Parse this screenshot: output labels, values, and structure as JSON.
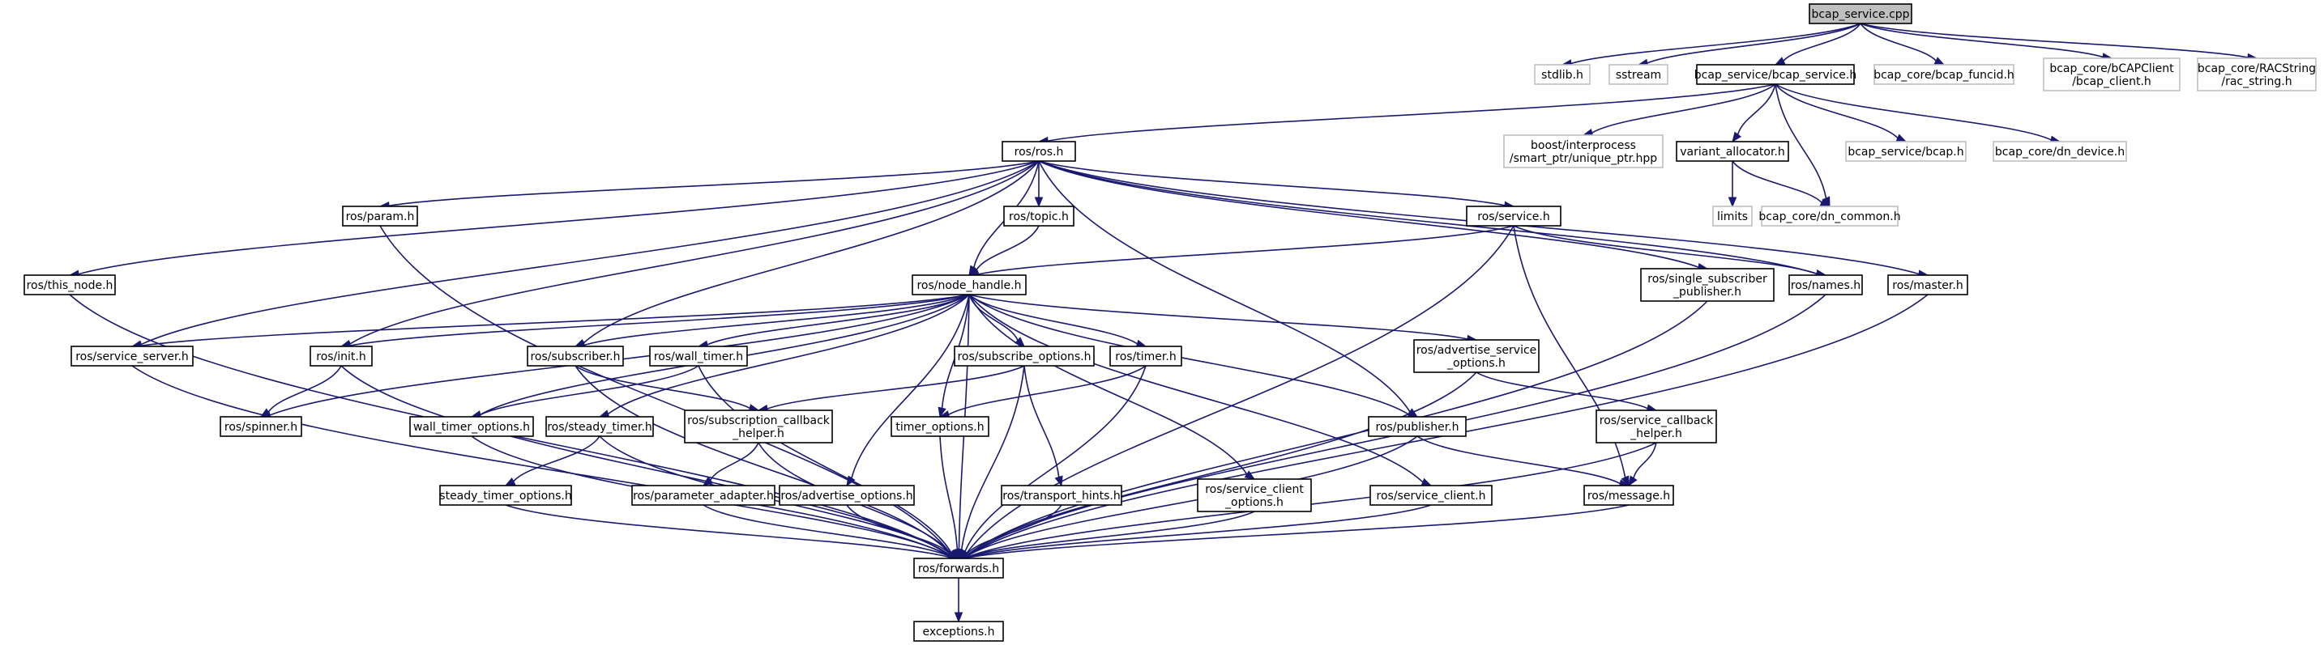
{
  "diagram": {
    "nodes": [
      {
        "id": "root",
        "label": "bcap_service.cpp",
        "kind": "root"
      },
      {
        "id": "stdlib",
        "label": "stdlib.h",
        "kind": "external"
      },
      {
        "id": "sstream",
        "label": "sstream",
        "kind": "external"
      },
      {
        "id": "bcap_service_h",
        "label": "bcap_service/bcap_service.h",
        "kind": "internal"
      },
      {
        "id": "funcid",
        "label": "bcap_core/bcap_funcid.h",
        "kind": "external"
      },
      {
        "id": "bcapclient",
        "label": "bcap_core/bCAPClient\n/bcap_client.h",
        "kind": "external"
      },
      {
        "id": "racstring",
        "label": "bcap_core/RACString\n/rac_string.h",
        "kind": "external"
      },
      {
        "id": "ros_h",
        "label": "ros/ros.h",
        "kind": "internal"
      },
      {
        "id": "boost_ptr",
        "label": "boost/interprocess\n/smart_ptr/unique_ptr.hpp",
        "kind": "external"
      },
      {
        "id": "variant",
        "label": "variant_allocator.h",
        "kind": "internal"
      },
      {
        "id": "bcap_h",
        "label": "bcap_service/bcap.h",
        "kind": "external"
      },
      {
        "id": "dn_device",
        "label": "bcap_core/dn_device.h",
        "kind": "external"
      },
      {
        "id": "limits",
        "label": "limits",
        "kind": "external"
      },
      {
        "id": "dn_common",
        "label": "bcap_core/dn_common.h",
        "kind": "external"
      },
      {
        "id": "this_node",
        "label": "ros/this_node.h",
        "kind": "internal"
      },
      {
        "id": "param",
        "label": "ros/param.h",
        "kind": "internal"
      },
      {
        "id": "topic",
        "label": "ros/topic.h",
        "kind": "internal"
      },
      {
        "id": "service",
        "label": "ros/service.h",
        "kind": "internal"
      },
      {
        "id": "single_sub",
        "label": "ros/single_subscriber\n_publisher.h",
        "kind": "internal"
      },
      {
        "id": "names",
        "label": "ros/names.h",
        "kind": "internal"
      },
      {
        "id": "master",
        "label": "ros/master.h",
        "kind": "internal"
      },
      {
        "id": "node_handle",
        "label": "ros/node_handle.h",
        "kind": "internal"
      },
      {
        "id": "service_server",
        "label": "ros/service_server.h",
        "kind": "internal"
      },
      {
        "id": "init",
        "label": "ros/init.h",
        "kind": "internal"
      },
      {
        "id": "subscriber",
        "label": "ros/subscriber.h",
        "kind": "internal"
      },
      {
        "id": "wall_timer",
        "label": "ros/wall_timer.h",
        "kind": "internal"
      },
      {
        "id": "subscribe_options",
        "label": "ros/subscribe_options.h",
        "kind": "internal"
      },
      {
        "id": "timer",
        "label": "ros/timer.h",
        "kind": "internal"
      },
      {
        "id": "adv_service_opts",
        "label": "ros/advertise_service\n_options.h",
        "kind": "internal"
      },
      {
        "id": "spinner",
        "label": "ros/spinner.h",
        "kind": "internal"
      },
      {
        "id": "wall_timer_opts",
        "label": "wall_timer_options.h",
        "kind": "internal"
      },
      {
        "id": "steady_timer",
        "label": "ros/steady_timer.h",
        "kind": "internal"
      },
      {
        "id": "sub_cb_helper",
        "label": "ros/subscription_callback\n_helper.h",
        "kind": "internal"
      },
      {
        "id": "timer_opts",
        "label": "timer_options.h",
        "kind": "internal"
      },
      {
        "id": "publisher",
        "label": "ros/publisher.h",
        "kind": "internal"
      },
      {
        "id": "svc_cb_helper",
        "label": "ros/service_callback\n_helper.h",
        "kind": "internal"
      },
      {
        "id": "steady_timer_opts",
        "label": "steady_timer_options.h",
        "kind": "internal"
      },
      {
        "id": "param_adapter",
        "label": "ros/parameter_adapter.h",
        "kind": "internal"
      },
      {
        "id": "adv_opts",
        "label": "ros/advertise_options.h",
        "kind": "internal"
      },
      {
        "id": "transport_hints",
        "label": "ros/transport_hints.h",
        "kind": "internal"
      },
      {
        "id": "svc_client_opts",
        "label": "ros/service_client\n_options.h",
        "kind": "internal"
      },
      {
        "id": "svc_client",
        "label": "ros/service_client.h",
        "kind": "internal"
      },
      {
        "id": "message",
        "label": "ros/message.h",
        "kind": "internal"
      },
      {
        "id": "forwards",
        "label": "ros/forwards.h",
        "kind": "internal"
      },
      {
        "id": "exceptions",
        "label": "exceptions.h",
        "kind": "internal"
      }
    ],
    "edges": [
      [
        "root",
        "stdlib"
      ],
      [
        "root",
        "sstream"
      ],
      [
        "root",
        "bcap_service_h"
      ],
      [
        "root",
        "funcid"
      ],
      [
        "root",
        "bcapclient"
      ],
      [
        "root",
        "racstring"
      ],
      [
        "bcap_service_h",
        "ros_h"
      ],
      [
        "bcap_service_h",
        "boost_ptr"
      ],
      [
        "bcap_service_h",
        "variant"
      ],
      [
        "bcap_service_h",
        "bcap_h"
      ],
      [
        "bcap_service_h",
        "dn_device"
      ],
      [
        "bcap_service_h",
        "dn_common"
      ],
      [
        "variant",
        "limits"
      ],
      [
        "variant",
        "dn_common"
      ],
      [
        "ros_h",
        "this_node"
      ],
      [
        "ros_h",
        "param"
      ],
      [
        "ros_h",
        "topic"
      ],
      [
        "ros_h",
        "service"
      ],
      [
        "ros_h",
        "single_sub"
      ],
      [
        "ros_h",
        "names"
      ],
      [
        "ros_h",
        "master"
      ],
      [
        "ros_h",
        "node_handle"
      ],
      [
        "ros_h",
        "service_server"
      ],
      [
        "ros_h",
        "init"
      ],
      [
        "ros_h",
        "subscriber"
      ],
      [
        "ros_h",
        "publisher"
      ],
      [
        "this_node",
        "forwards"
      ],
      [
        "param",
        "forwards"
      ],
      [
        "topic",
        "node_handle"
      ],
      [
        "service",
        "node_handle"
      ],
      [
        "service",
        "names"
      ],
      [
        "service",
        "message"
      ],
      [
        "service",
        "forwards"
      ],
      [
        "single_sub",
        "forwards"
      ],
      [
        "names",
        "forwards"
      ],
      [
        "master",
        "forwards"
      ],
      [
        "node_handle",
        "service_server"
      ],
      [
        "node_handle",
        "init"
      ],
      [
        "node_handle",
        "subscriber"
      ],
      [
        "node_handle",
        "wall_timer"
      ],
      [
        "node_handle",
        "subscribe_options"
      ],
      [
        "node_handle",
        "timer"
      ],
      [
        "node_handle",
        "adv_service_opts"
      ],
      [
        "node_handle",
        "spinner"
      ],
      [
        "node_handle",
        "wall_timer_opts"
      ],
      [
        "node_handle",
        "steady_timer"
      ],
      [
        "node_handle",
        "timer_opts"
      ],
      [
        "node_handle",
        "publisher"
      ],
      [
        "node_handle",
        "adv_opts"
      ],
      [
        "node_handle",
        "svc_client_opts"
      ],
      [
        "node_handle",
        "svc_client"
      ],
      [
        "node_handle",
        "forwards"
      ],
      [
        "service_server",
        "forwards"
      ],
      [
        "init",
        "spinner"
      ],
      [
        "init",
        "forwards"
      ],
      [
        "subscriber",
        "sub_cb_helper"
      ],
      [
        "subscriber",
        "forwards"
      ],
      [
        "wall_timer",
        "wall_timer_opts"
      ],
      [
        "wall_timer",
        "forwards"
      ],
      [
        "subscribe_options",
        "sub_cb_helper"
      ],
      [
        "subscribe_options",
        "transport_hints"
      ],
      [
        "subscribe_options",
        "forwards"
      ],
      [
        "timer",
        "timer_opts"
      ],
      [
        "timer",
        "forwards"
      ],
      [
        "adv_service_opts",
        "svc_cb_helper"
      ],
      [
        "adv_service_opts",
        "forwards"
      ],
      [
        "wall_timer_opts",
        "forwards"
      ],
      [
        "steady_timer",
        "steady_timer_opts"
      ],
      [
        "steady_timer",
        "forwards"
      ],
      [
        "sub_cb_helper",
        "param_adapter"
      ],
      [
        "sub_cb_helper",
        "forwards"
      ],
      [
        "timer_opts",
        "forwards"
      ],
      [
        "publisher",
        "message"
      ],
      [
        "publisher",
        "forwards"
      ],
      [
        "svc_cb_helper",
        "message"
      ],
      [
        "svc_cb_helper",
        "forwards"
      ],
      [
        "steady_timer_opts",
        "forwards"
      ],
      [
        "param_adapter",
        "forwards"
      ],
      [
        "adv_opts",
        "forwards"
      ],
      [
        "transport_hints",
        "forwards"
      ],
      [
        "svc_client_opts",
        "forwards"
      ],
      [
        "svc_client",
        "forwards"
      ],
      [
        "message",
        "forwards"
      ],
      [
        "forwards",
        "exceptions"
      ]
    ]
  }
}
